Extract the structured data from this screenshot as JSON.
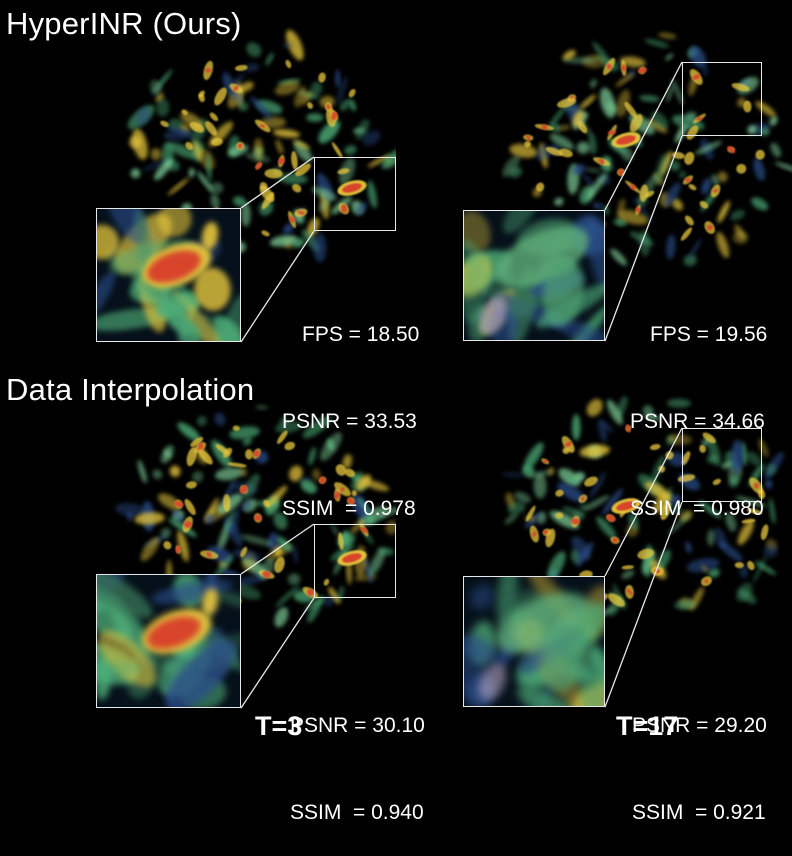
{
  "rows": [
    {
      "title": "HyperINR (Ours)",
      "panels": [
        {
          "metrics": [
            "FPS = 18.50",
            "PSNR = 33.53",
            "SSIM  = 0.978"
          ]
        },
        {
          "metrics": [
            "FPS = 19.56",
            "PSNR = 34.66",
            "SSIM  = 0.980"
          ]
        }
      ]
    },
    {
      "title": "Data Interpolation",
      "panels": [
        {
          "metrics": [
            "PSNR = 30.10",
            "SSIM  = 0.940"
          ]
        },
        {
          "metrics": [
            "PSNR = 29.20",
            "SSIM  = 0.921"
          ]
        }
      ]
    }
  ],
  "time_labels": [
    "T=3",
    "T=17"
  ],
  "colors": {
    "background": "#000000",
    "box": "#e8e8e8",
    "vortex_hot": "#d8442a",
    "vortex_warm": "#e8c83c",
    "vortex_cool": "#4fb07a",
    "vortex_cold": "#2a4e8a"
  }
}
